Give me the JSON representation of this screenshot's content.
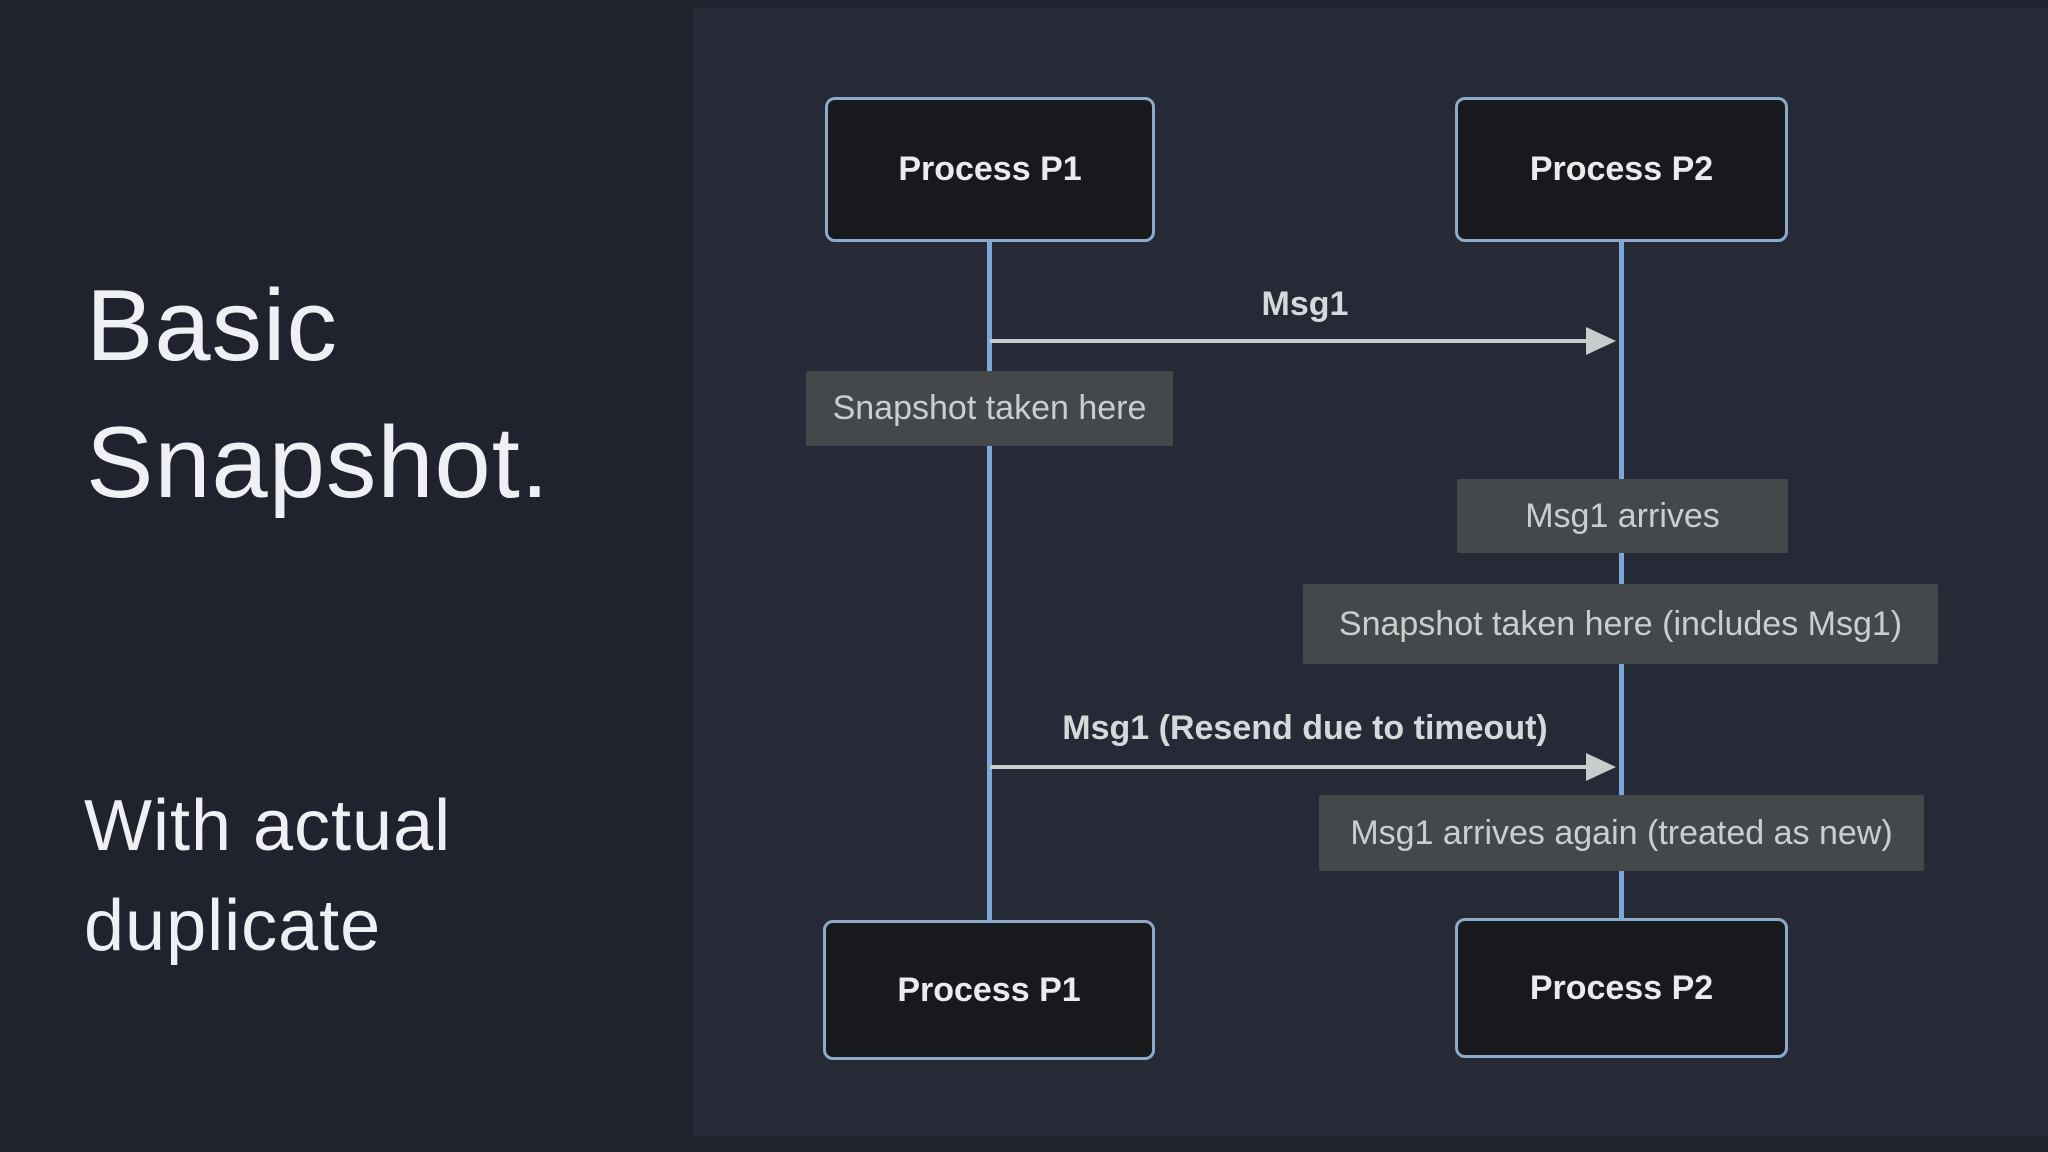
{
  "slide": {
    "title_lines": [
      "Basic",
      "Snapshot."
    ],
    "subtitle_lines": [
      "With actual",
      "duplicate"
    ]
  },
  "diagram": {
    "actors": [
      {
        "label": "Process P1"
      },
      {
        "label": "Process P2"
      }
    ],
    "messages": [
      {
        "label": "Msg1",
        "from": "Process P1",
        "to": "Process P2"
      },
      {
        "label": "Msg1 (Resend due to timeout)",
        "from": "Process P1",
        "to": "Process P2"
      }
    ],
    "notes": [
      {
        "text": "Snapshot taken here",
        "lifeline": "Process P1"
      },
      {
        "text": "Msg1 arrives",
        "lifeline": "Process P2"
      },
      {
        "text": "Snapshot taken here (includes Msg1)",
        "lifeline": "Process P2"
      },
      {
        "text": "Msg1 arrives again (treated as new)",
        "lifeline": "Process P2"
      }
    ],
    "colors": {
      "page_bg": "#20222d",
      "panel_bg": "#262a36",
      "box_fill": "#17191d",
      "box_border": "#8caac9",
      "lifeline": "#7da6d9",
      "arrow": "#c7cccd",
      "note_bg": "#45484a",
      "note_text": "#cbcecf",
      "label_text": "#d6d9da",
      "title_text": "#eef0f3"
    }
  }
}
